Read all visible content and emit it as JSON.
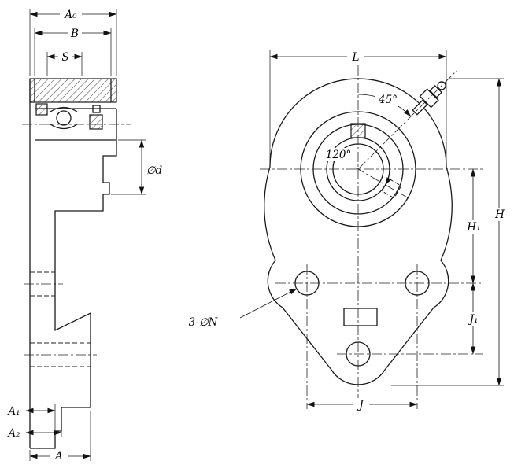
{
  "side_view": {
    "dim_a0": "A₀",
    "dim_b": "B",
    "dim_s": "S",
    "dim_d": "∅d",
    "dim_a1": "A₁",
    "dim_a2": "A₂",
    "dim_a": "A"
  },
  "front_view": {
    "dim_l": "L",
    "angle_grease": "45°",
    "angle_setscrew": "120°",
    "dim_h": "H",
    "dim_h1": "H₁",
    "dim_j1": "J₁",
    "dim_j": "J",
    "bolt_holes_note": "3-∅N"
  }
}
